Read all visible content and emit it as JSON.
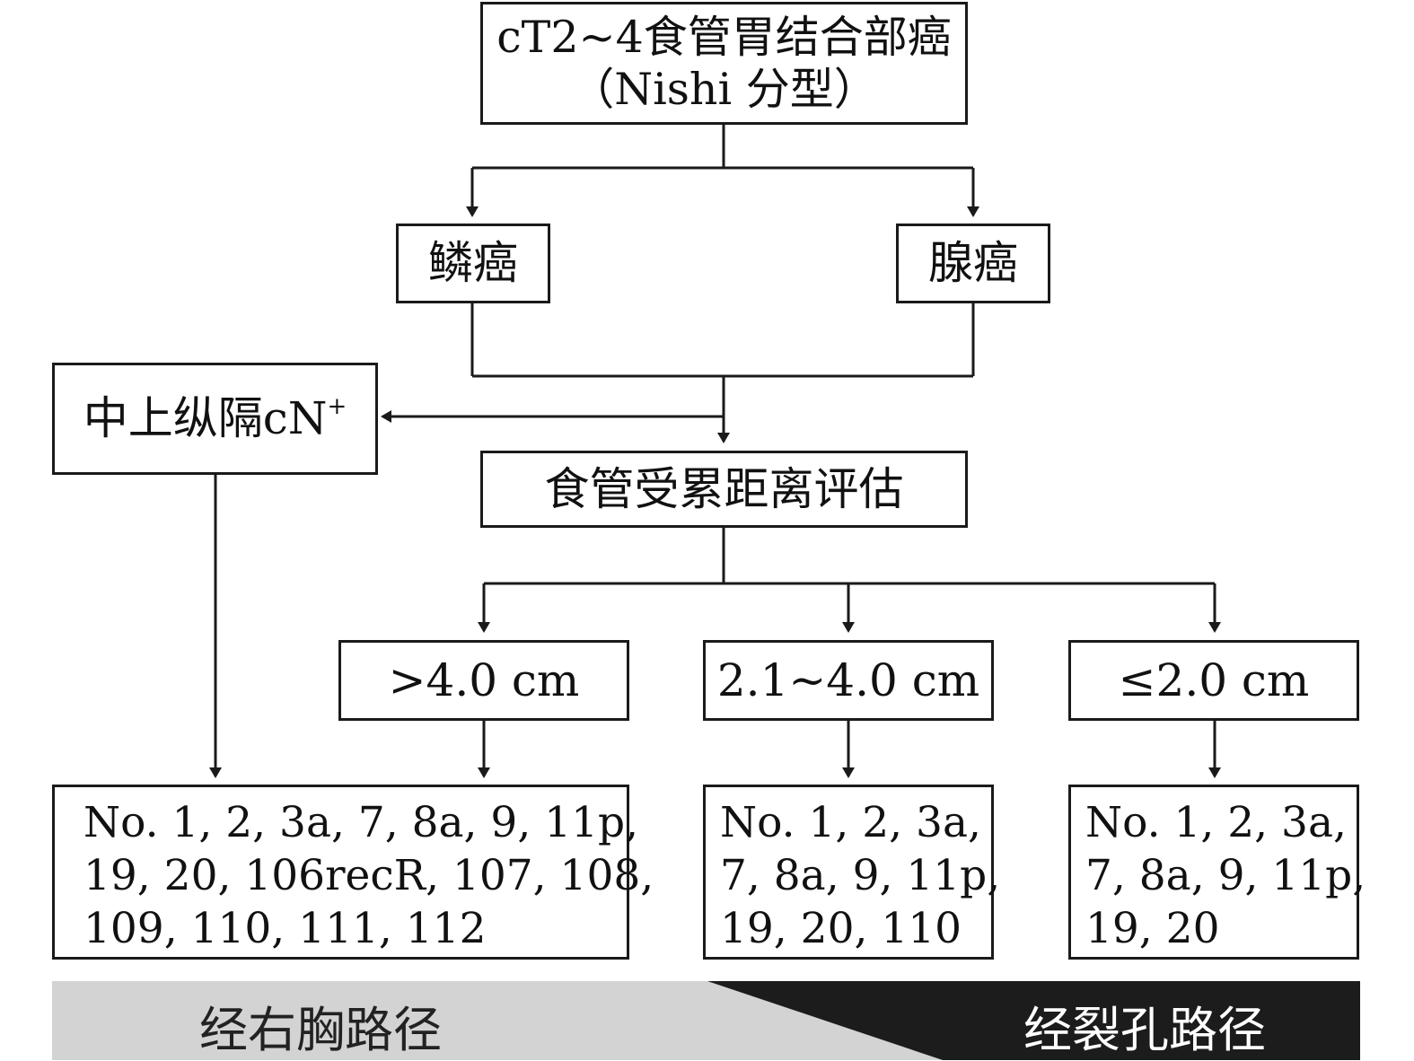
{
  "root": {
    "line1": "cT2~4食管胃结合部癌",
    "line2": "（Nishi 分型）"
  },
  "histology": {
    "squamous": "鳞癌",
    "adeno": "腺癌"
  },
  "mediastinal": {
    "label": "中上纵隔cN",
    "sup": "+"
  },
  "assessment": "食管受累距离评估",
  "distances": [
    ">4.0 cm",
    "2.1~4.0 cm",
    "≤2.0 cm"
  ],
  "stations": [
    [
      "No. 1, 2, 3a, 7, 8a, 9, 11p,",
      "19, 20, 106recR, 107, 108,",
      "109, 110, 111, 112"
    ],
    [
      "No. 1, 2, 3a,",
      "7, 8a, 9, 11p,",
      "19, 20, 110"
    ],
    [
      "No. 1, 2, 3a,",
      "7, 8a, 9, 11p,",
      "19, 20"
    ]
  ],
  "approaches": {
    "right_thoracic": "经右胸路径",
    "transhiatal": "经裂孔路径"
  },
  "colors": {
    "line": "#1a1a1a",
    "band_light": "#d3d3d3",
    "band_dark": "#1c1c1c",
    "band_dark_text": "#ffffff"
  }
}
